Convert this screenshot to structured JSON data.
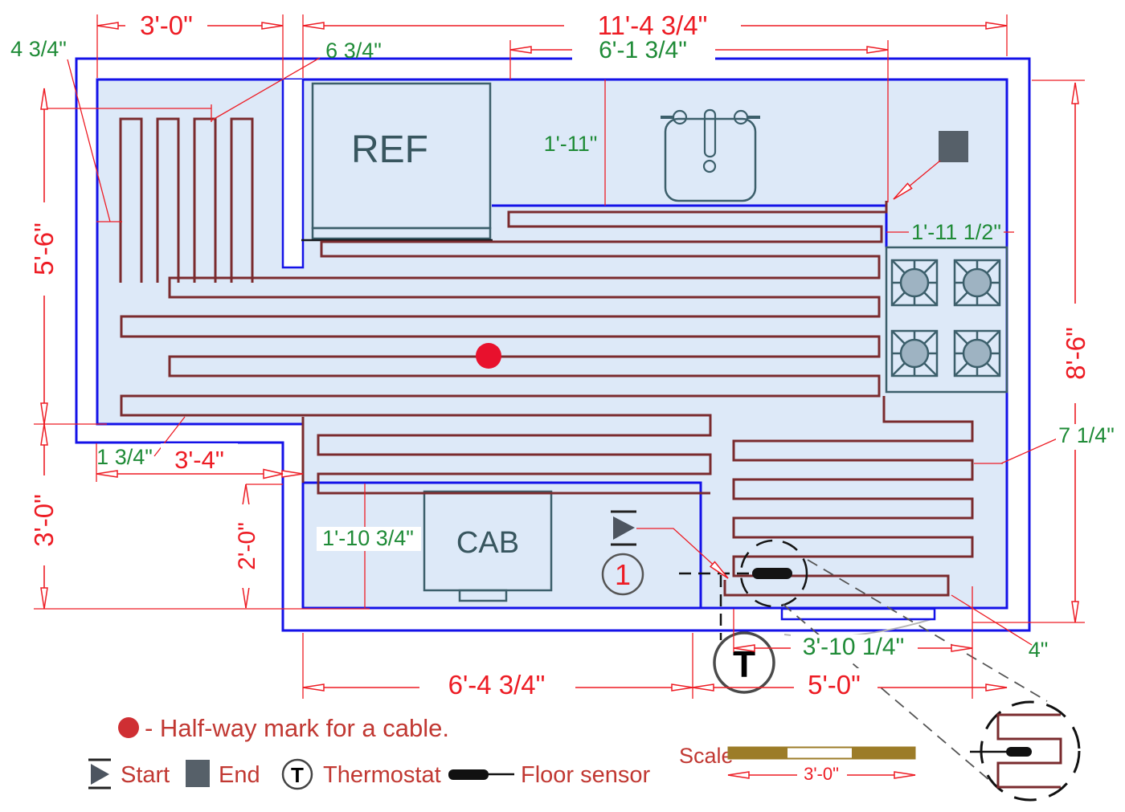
{
  "plan_type": "underfloor heating cable layout - kitchen floor plan",
  "dims_red": {
    "top_left": "3'-0\"",
    "top": "11'-4 3/4\"",
    "left_upper": "5'-6\"",
    "left_lower": "3'-0\"",
    "notch": "3'-4\"",
    "cab_depth": "2'-0\"",
    "right": "8'-6\"",
    "bottom_left": "6'-4 3/4\"",
    "bottom_right": "5'-0\""
  },
  "dims_green": {
    "wall_gap_left": "4 3/4\"",
    "wall_gap_top": "6 3/4\"",
    "counter": "6'-1 3/4\"",
    "counter_depth": "1'-11\"",
    "stove_width": "1'-11 1/2\"",
    "notch_gap": "1 3/4\"",
    "cab_height": "1'-10 3/4\"",
    "cable_edge": "7 1/4\"",
    "sensor_dim": "3'-10 1/4\"",
    "corner_gap": "4\""
  },
  "fixtures": {
    "ref": "REF",
    "cab": "CAB"
  },
  "markers": {
    "callout": "1",
    "thermostat": "T"
  },
  "legend": {
    "halfway": "- Half-way mark for a cable.",
    "start": "Start",
    "end": "End",
    "thermostat": "Thermostat",
    "floor_sensor": "Floor sensor",
    "scale": "Scale",
    "scale_value": "3'-0\""
  },
  "colors": {
    "wall_blue": "#1412e8",
    "cable_maroon": "#7a2b2e",
    "dim_red": "#ed1c24",
    "dim_green": "#1f8b37",
    "legend_text": "#c13832",
    "fixture_teal": "#3c5f6b",
    "floor_fill": "#dde9f8",
    "scale_bar_brown": "#9c7c28",
    "marker_gray": "#566069",
    "halfway_dot": "#e8112d"
  }
}
